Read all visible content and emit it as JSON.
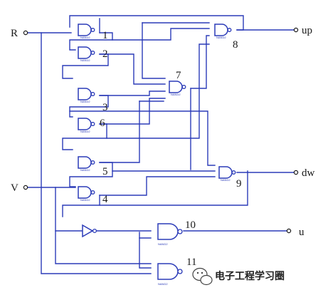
{
  "inputs": {
    "r": "R",
    "v": "V"
  },
  "outputs": {
    "up": "up",
    "dw": "dw",
    "u": "u"
  },
  "gate_numbers": {
    "g1": "1",
    "g2": "2",
    "g3": "3",
    "g4": "4",
    "g5": "5",
    "g6": "6",
    "g7": "7",
    "g8": "8",
    "g9": "9",
    "g10": "10",
    "g11": "11"
  },
  "gate_small_labels": {
    "nand2": "NAND2"
  },
  "watermark": {
    "text": "电子工程学习圈"
  },
  "colors": {
    "wire": "#2b3bb8",
    "text": "#1a1a1a"
  }
}
